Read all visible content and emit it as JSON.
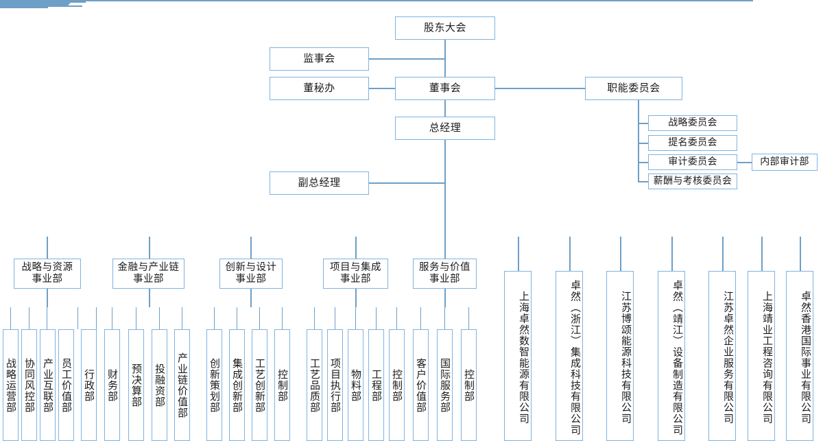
{
  "meta": {
    "title": "组织架构图",
    "box_border_color": "#7FB2E0",
    "line_color": "#6E9FC6",
    "background": "#ffffff"
  },
  "top": {
    "shareholders_meeting": "股东大会",
    "supervisory_board": "监事会",
    "board_secretary_office": "董秘办",
    "board_of_directors": "董事会",
    "general_manager": "总经理",
    "deputy_general_manager": "副总经理",
    "functional_committees": "职能委员会"
  },
  "committees": [
    {
      "label": "战略委员会"
    },
    {
      "label": "提名委员会"
    },
    {
      "label": "审计委员会"
    },
    {
      "label": "薪酬与考核委员会"
    }
  ],
  "internal_audit": "内部审计部",
  "divisions": [
    {
      "label": "战略与资源\n事业部",
      "departments": [
        "战略运营部",
        "协同风控部",
        "产业互联部",
        "员工价值部",
        "行政部"
      ]
    },
    {
      "label": "金融与产业链\n事业部",
      "departments": [
        "财务部",
        "预决算部",
        "投融资部",
        "产业链价值部"
      ]
    },
    {
      "label": "创新与设计\n事业部",
      "departments": [
        "创新策划部",
        "集成创新部",
        "工艺创新部",
        "控制部"
      ]
    },
    {
      "label": "项目与集成\n事业部",
      "departments": [
        "工艺品质部",
        "项目执行部",
        "物料部",
        "工程部",
        "控制部"
      ]
    },
    {
      "label": "服务与价值\n事业部",
      "departments": [
        "客户价值部",
        "国际服务部",
        "控制部"
      ]
    }
  ],
  "subsidiaries": [
    "上海卓然数智能源有限公司",
    "卓然（浙江）集成科技有限公司",
    "江苏博颂能源科技有限公司",
    "卓然（靖江）设备制造有限公司",
    "江苏卓然企业服务有限公司",
    "上海靖业工程咨询有限公司",
    "卓然香港国际事业有限公司"
  ]
}
